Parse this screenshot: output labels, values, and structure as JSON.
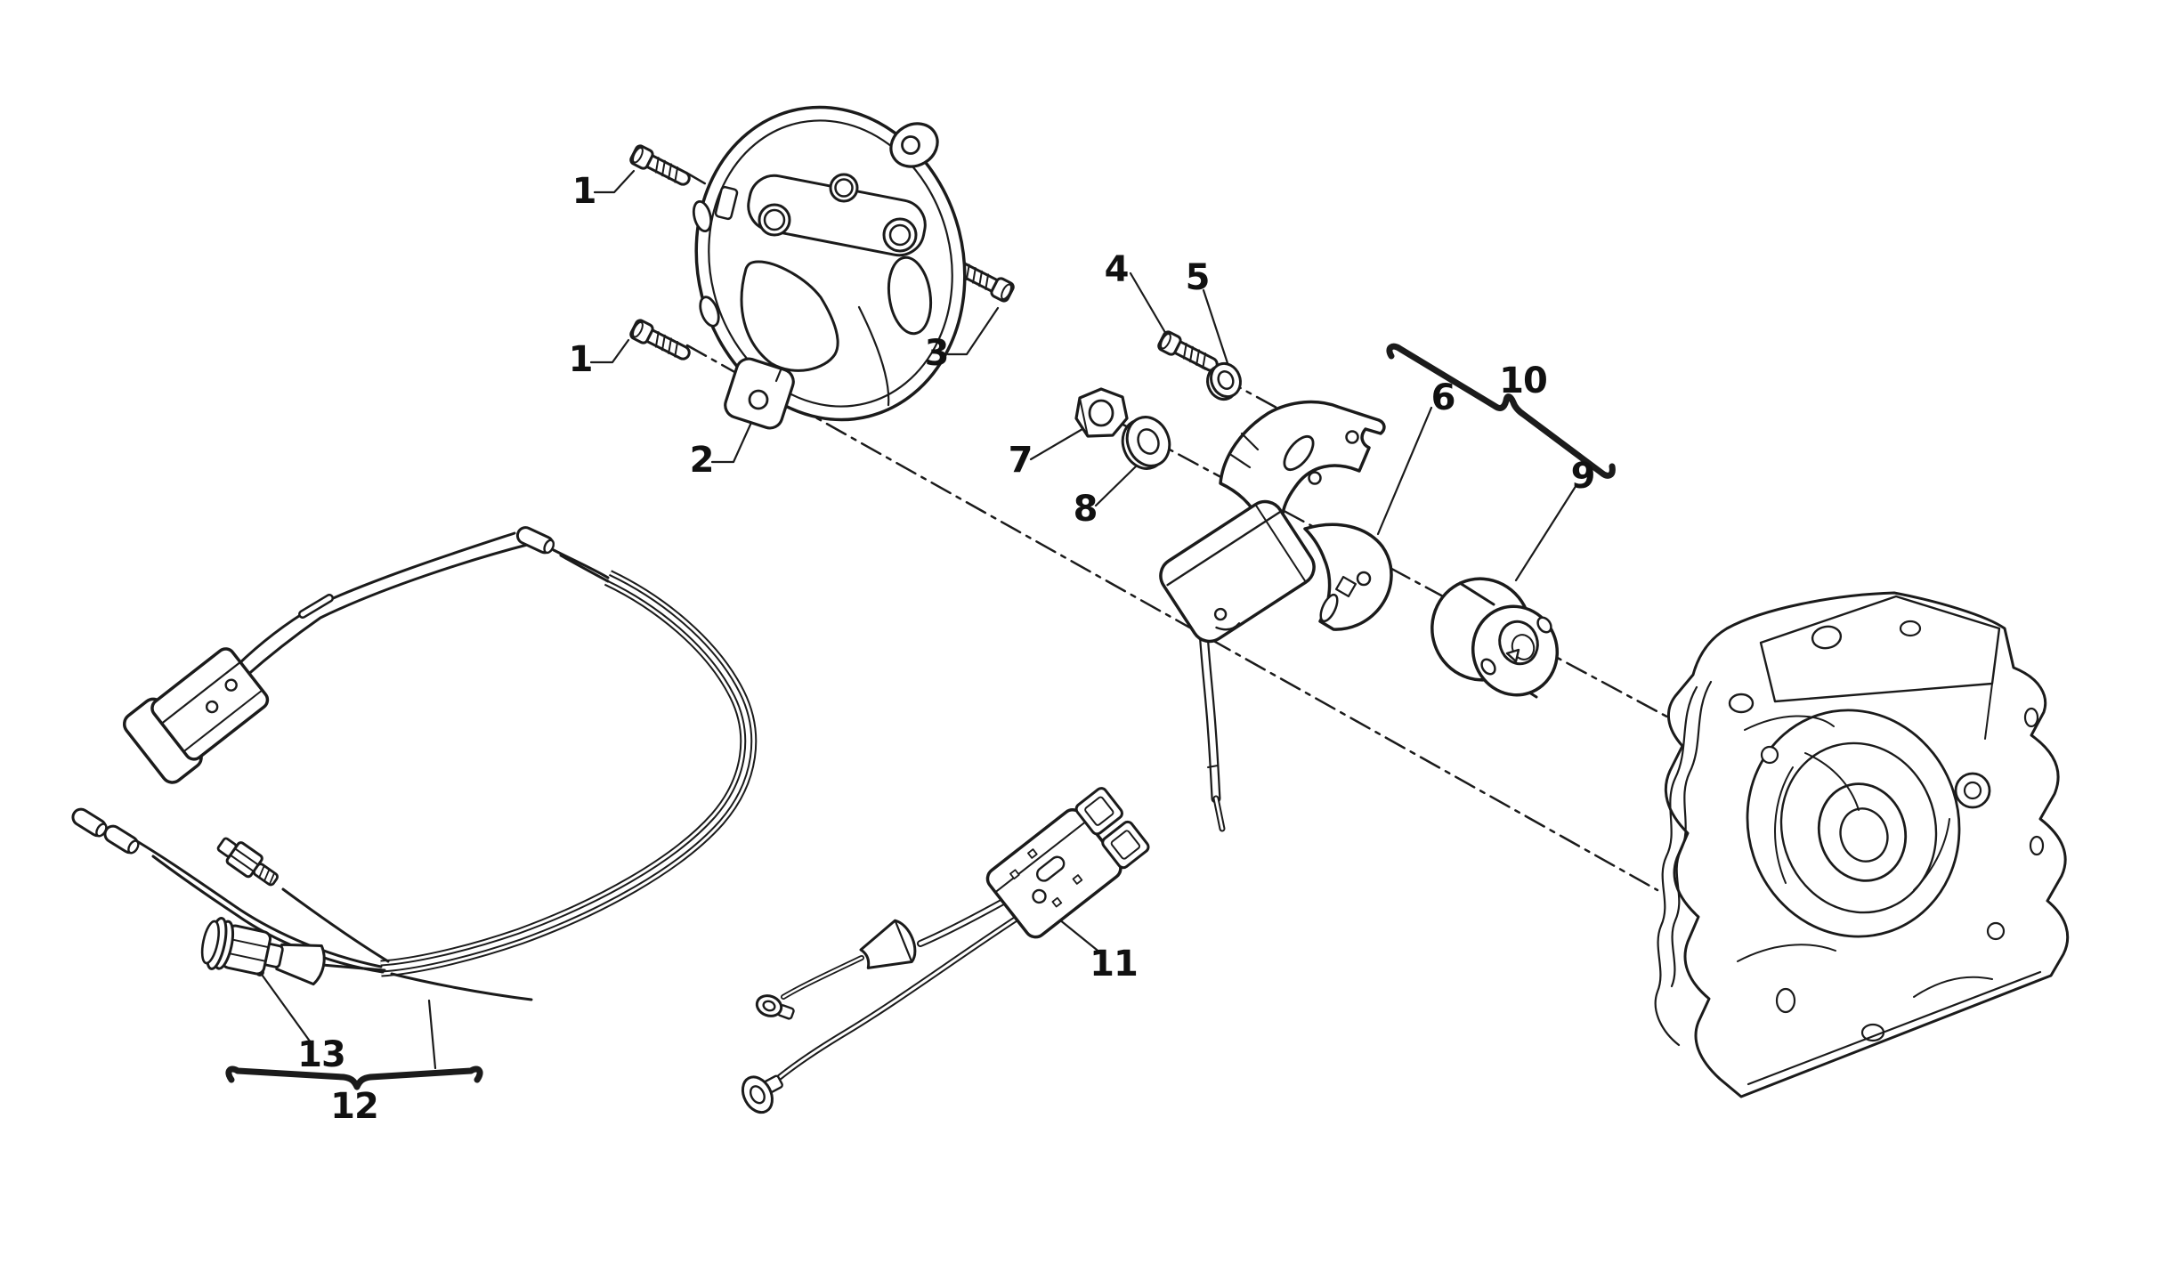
{
  "diagram": {
    "background_color": "#ffffff",
    "line_color": "#1b1b1b",
    "label_color": "#111111",
    "callouts": [
      {
        "part": "cover-screw-upper",
        "text": "1"
      },
      {
        "part": "cover-screw-lower",
        "text": "1"
      },
      {
        "part": "ignition-cover",
        "text": "2"
      },
      {
        "part": "cover-screw-side",
        "text": "3"
      },
      {
        "part": "stator-bolt",
        "text": "4"
      },
      {
        "part": "washer-small",
        "text": "5"
      },
      {
        "part": "stator-assembly",
        "text": "6"
      },
      {
        "part": "nut",
        "text": "7"
      },
      {
        "part": "washer-large",
        "text": "8"
      },
      {
        "part": "rotor-hub",
        "text": "9"
      },
      {
        "part": "ignition-group",
        "text": "10"
      },
      {
        "part": "connector-cable",
        "text": "11"
      },
      {
        "part": "wiring-harness",
        "text": "12"
      },
      {
        "part": "pilot-lamp",
        "text": "13"
      }
    ]
  }
}
